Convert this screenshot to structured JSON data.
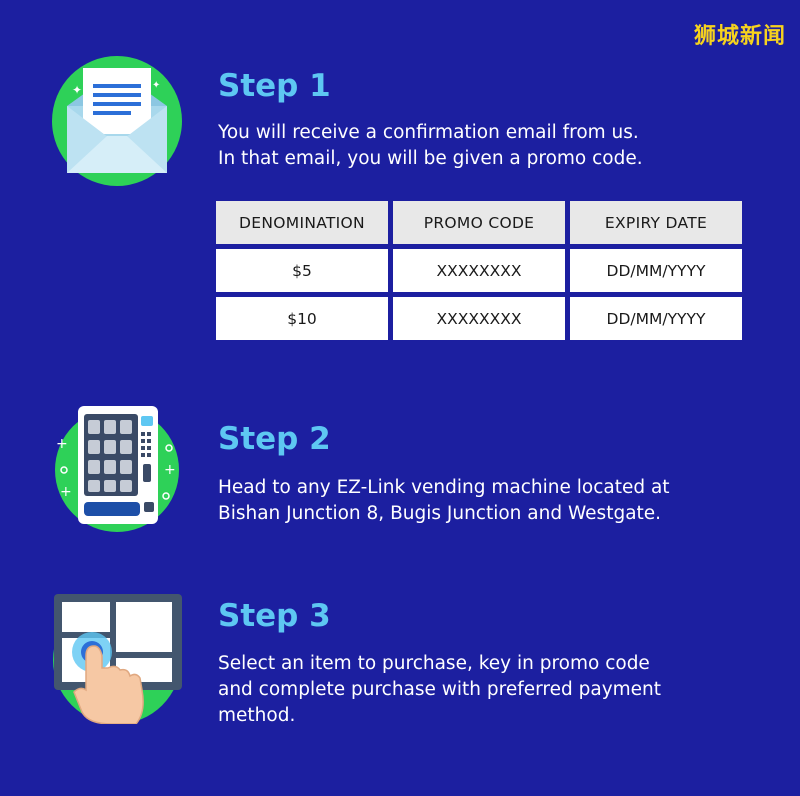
{
  "watermark": "狮城新闻",
  "steps": [
    {
      "title": "Step 1",
      "lines": [
        "You will receive a confirmation email from us.",
        "In that email, you will be given a promo code."
      ],
      "icon": "envelope-icon"
    },
    {
      "title": "Step 2",
      "lines": [
        "Head to any EZ-Link vending machine located at",
        "Bishan Junction 8, Bugis Junction and Westgate."
      ],
      "icon": "vending-machine-icon"
    },
    {
      "title": "Step 3",
      "lines": [
        "Select an item to purchase, key in promo code",
        "and complete purchase with preferred payment",
        "method."
      ],
      "icon": "touch-screen-icon"
    }
  ],
  "promo_table": {
    "headers": [
      "DENOMINATION",
      "PROMO CODE",
      "EXPIRY DATE"
    ],
    "rows": [
      [
        "$5",
        "XXXXXXXX",
        "DD/MM/YYYY"
      ],
      [
        "$10",
        "XXXXXXXX",
        "DD/MM/YYYY"
      ]
    ]
  },
  "colors": {
    "background": "#1c1fa0",
    "title": "#5ec7f2",
    "icon_circle": "#2ed158",
    "watermark": "#f6d21e"
  }
}
